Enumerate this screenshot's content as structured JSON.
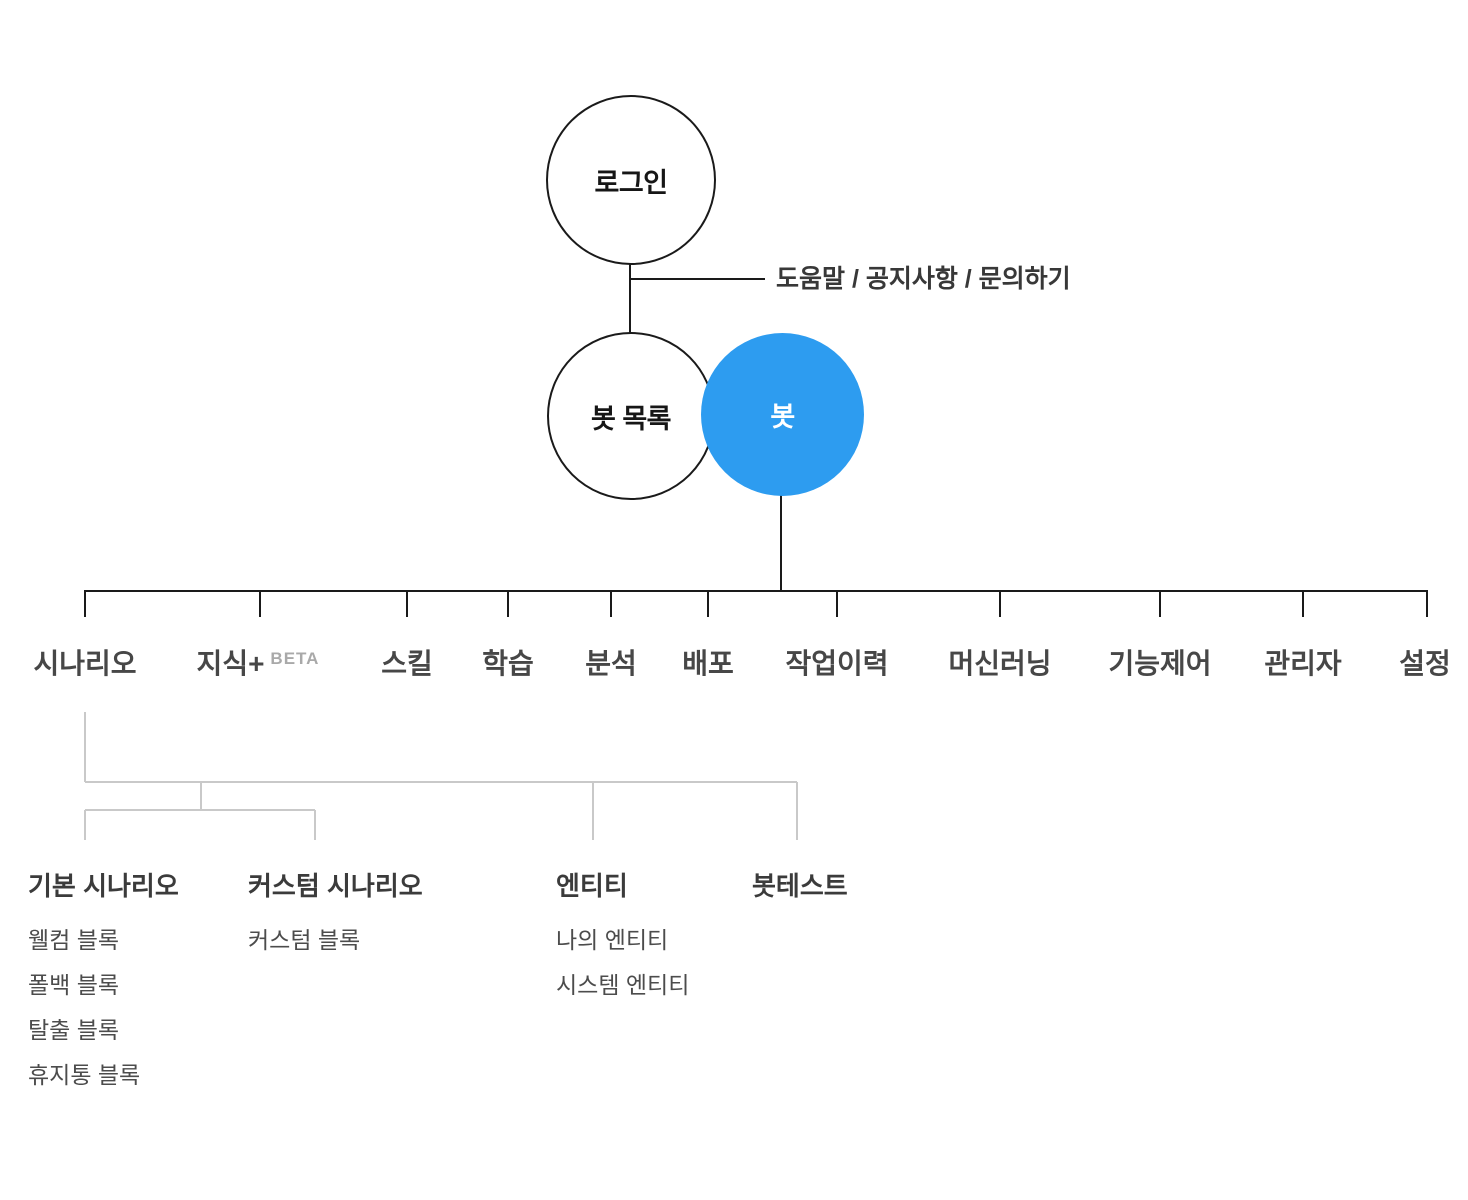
{
  "diagram": {
    "title_hint": "bot-builder sitemap",
    "colors": {
      "accent_blue": "#2d9cf0",
      "line_black": "#1a1a1a",
      "line_gray": "#c9c9c9",
      "text_dark": "#474747",
      "text_badge_gray": "#a9a9a9"
    },
    "nodes": {
      "login": "로그인",
      "bot_list": "봇 목록",
      "bot": "봇",
      "helper_links": "도움말 / 공지사항 / 문의하기"
    },
    "menu": {
      "items": [
        {
          "label": "시나리오"
        },
        {
          "label": "지식+",
          "badge": "BETA"
        },
        {
          "label": "스킬"
        },
        {
          "label": "학습"
        },
        {
          "label": "분석"
        },
        {
          "label": "배포"
        },
        {
          "label": "작업이력"
        },
        {
          "label": "머신러닝"
        },
        {
          "label": "기능제어"
        },
        {
          "label": "관리자"
        },
        {
          "label": "설정"
        }
      ]
    },
    "scenario_tree": {
      "groups": [
        {
          "label": "기본 시나리오",
          "children": [
            "웰컴 블록",
            "폴백 블록",
            "탈출 블록",
            "휴지통 블록"
          ]
        },
        {
          "label": "커스텀 시나리오",
          "children": [
            "커스텀 블록"
          ]
        },
        {
          "label": "엔티티",
          "children": [
            "나의 엔티티",
            "시스템 엔티티"
          ]
        },
        {
          "label": "봇테스트",
          "children": []
        }
      ]
    }
  }
}
